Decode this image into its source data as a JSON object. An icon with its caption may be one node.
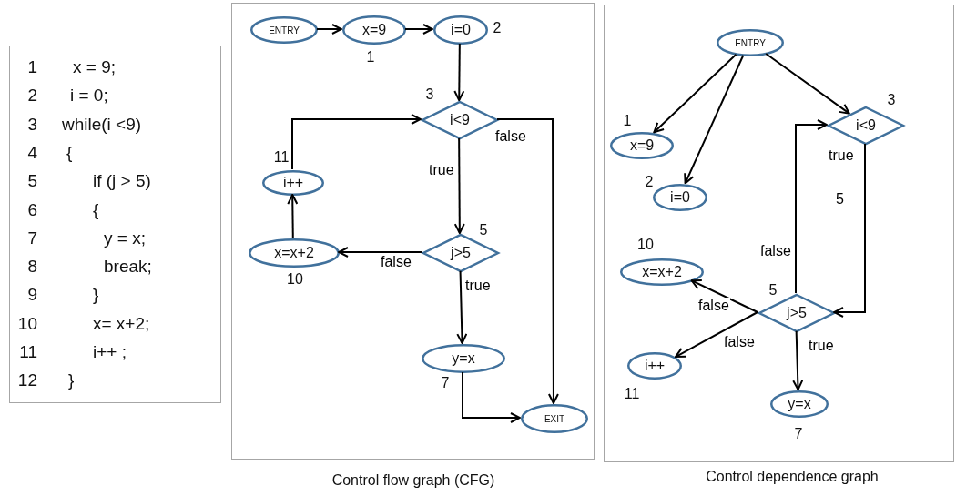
{
  "diagram": {
    "nodes": [
      {
        "text": [
          "1",
          "x = 9;",
          "2",
          "i = 0;",
          "3",
          "while(i <9)",
          "4",
          "{",
          "5",
          "if (j > 5)",
          "6",
          "{",
          "7",
          "y = x;",
          "8",
          "break;",
          "9",
          "}",
          "10",
          "x= x+2;",
          "11",
          "i++ ;",
          "12",
          "}"
        ]
      },
      {
        "text": [
          "Control flow graph (CFG)"
        ]
      },
      {
        "text": [
          "ENTRY"
        ],
        "in": 1
      },
      {
        "text": [
          "x=9"
        ],
        "in": 1,
        "beside": [
          "1"
        ]
      },
      {
        "text": [
          "i=0"
        ],
        "in": 1,
        "beside": [
          "2"
        ]
      },
      {
        "text": [
          "i<9"
        ],
        "in": 1,
        "beside": [
          "3"
        ]
      },
      {
        "text": [
          "i++"
        ],
        "in": 1,
        "beside": [
          "11"
        ]
      },
      {
        "text": [
          "j>5"
        ],
        "in": 1,
        "beside": [
          "5"
        ]
      },
      {
        "text": [
          "x=x+2"
        ],
        "in": 1,
        "beside": [
          "10"
        ]
      },
      {
        "text": [
          "y=x"
        ],
        "in": 1,
        "beside": [
          "7"
        ]
      },
      {
        "text": [
          "EXIT"
        ],
        "in": 1
      },
      {
        "text": [
          "Control dependence graph"
        ]
      },
      {
        "text": [
          "ENTRY"
        ],
        "in": 11
      },
      {
        "text": [
          "i<9"
        ],
        "in": 11,
        "beside": [
          "3"
        ]
      },
      {
        "text": [
          "x=9"
        ],
        "in": 11,
        "beside": [
          "1"
        ]
      },
      {
        "text": [
          "i=0"
        ],
        "in": 11,
        "beside": [
          "2"
        ]
      },
      {
        "text": [
          "x=x+2"
        ],
        "in": 11,
        "beside": [
          "10"
        ]
      },
      {
        "text": [
          "j>5"
        ],
        "in": 11,
        "beside": [
          "5"
        ]
      },
      {
        "text": [
          "i++"
        ],
        "in": 11,
        "beside": [
          "11"
        ]
      },
      {
        "text": [
          "y=x"
        ],
        "in": 11,
        "beside": [
          "7"
        ]
      }
    ],
    "edges": [
      {
        "from": 2,
        "to": 3,
        "arrow": "to"
      },
      {
        "from": 3,
        "to": 4,
        "arrow": "to"
      },
      {
        "from": 4,
        "to": 5,
        "arrow": "to"
      },
      {
        "from": 5,
        "to": 7,
        "arrow": "to",
        "label": "true"
      },
      {
        "from": 5,
        "to": 10,
        "arrow": "to",
        "label": "false"
      },
      {
        "from": 7,
        "to": 8,
        "arrow": "to",
        "label": "false"
      },
      {
        "from": 7,
        "to": 9,
        "arrow": "to",
        "label": "true"
      },
      {
        "from": 8,
        "to": 6,
        "arrow": "to"
      },
      {
        "from": 6,
        "to": 5,
        "arrow": "to"
      },
      {
        "from": 9,
        "to": 10,
        "arrow": "to"
      },
      {
        "from": 12,
        "to": 14,
        "arrow": "to"
      },
      {
        "from": 12,
        "to": 15,
        "arrow": "to"
      },
      {
        "from": 12,
        "to": 13,
        "arrow": "to"
      },
      {
        "from": 13,
        "to": 17,
        "arrow": "to",
        "label": "true"
      },
      {
        "from": 17,
        "to": 13,
        "arrow": "to",
        "label": "false"
      },
      {
        "from": 17,
        "to": 16,
        "arrow": "to",
        "label": "false"
      },
      {
        "from": 17,
        "to": 18,
        "arrow": "to",
        "label": "false"
      },
      {
        "from": 17,
        "to": 19,
        "arrow": "to",
        "label": "true"
      }
    ],
    "labels": [
      "5"
    ]
  }
}
